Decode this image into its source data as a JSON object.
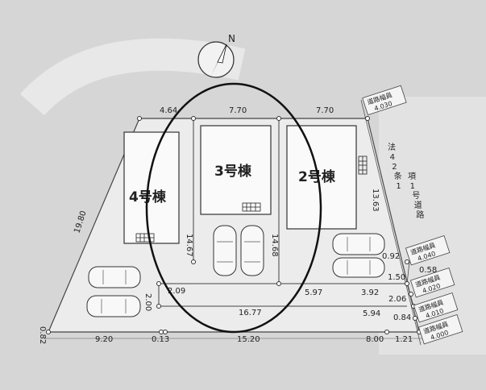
{
  "compass": {
    "label": "N",
    "icon": "north-arrow-icon"
  },
  "buildings": {
    "b4": "4号棟",
    "b3": "3号棟",
    "b2": "2号棟"
  },
  "dimensions": {
    "top_left": "4.64",
    "top_mid": "7.70",
    "top_right": "7.70",
    "left_side": "19.80",
    "right_side": "13.63",
    "v_1467": "14.67",
    "v_1468": "14.68",
    "d_209": "2.09",
    "d_200": "2.00",
    "d_1677": "16.77",
    "d_597": "5.97",
    "d_392": "3.92",
    "d_206": "2.06",
    "d_594": "5.94",
    "d_084": "0.84",
    "d_092": "0.92",
    "d_150": "1.50",
    "d_058": "0.58",
    "d_082": "0.82",
    "b_920": "9.20",
    "b_013": "0.13",
    "b_1520": "15.20",
    "b_800": "8.00",
    "b_121": "1.21"
  },
  "road_boxes": [
    {
      "label": "道路幅員",
      "value": "4.030"
    },
    {
      "label": "道路幅員",
      "value": "4.040"
    },
    {
      "label": "道路幅員",
      "value": "4.020"
    },
    {
      "label": "道路幅員",
      "value": "4.010"
    },
    {
      "label": "道路幅員",
      "value": "4.000"
    }
  ],
  "road_note": "法42条1項1号道路"
}
